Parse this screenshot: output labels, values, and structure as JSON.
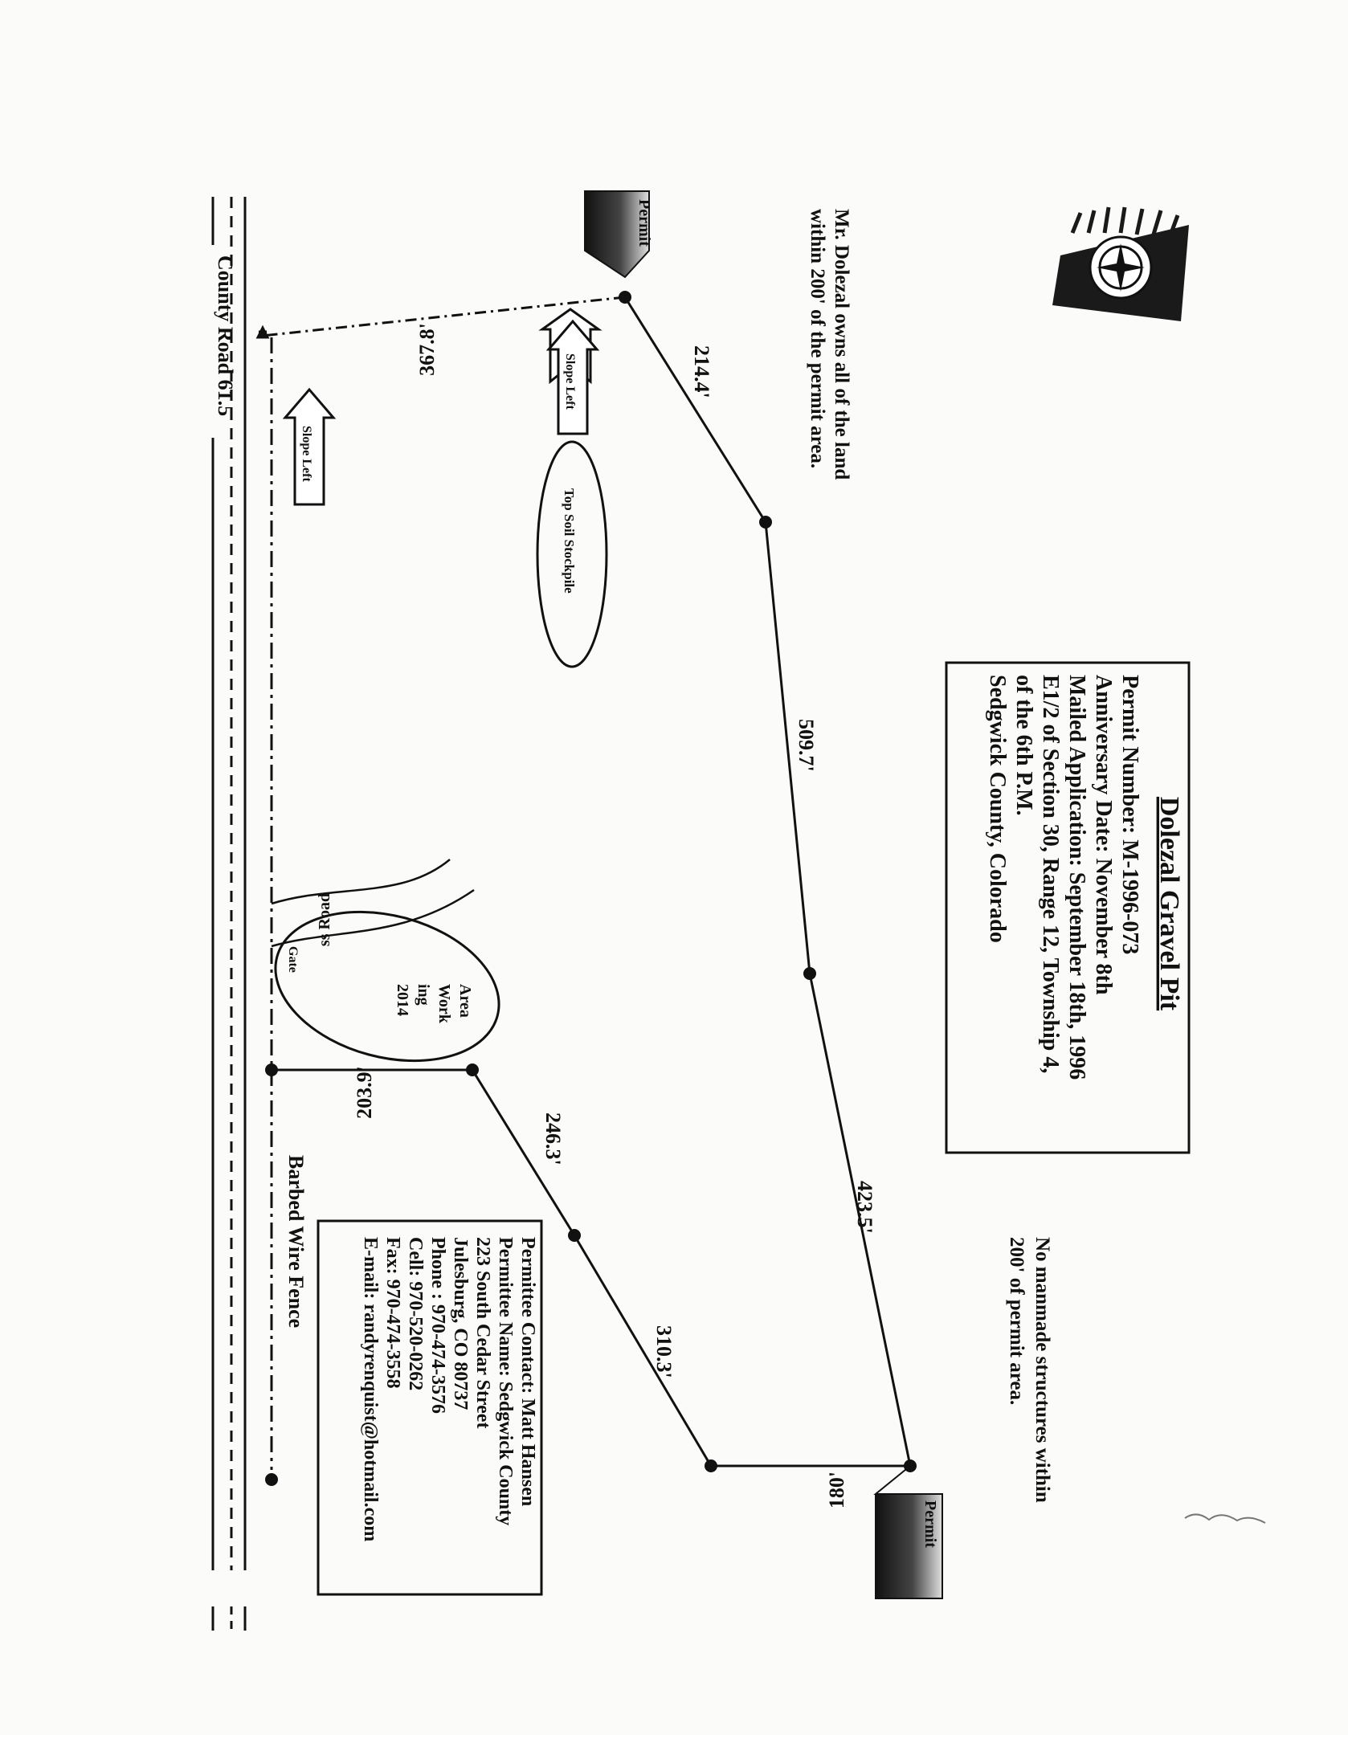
{
  "info_box": {
    "title": "Dolezal Gravel Pit",
    "permit_number": "Permit Number:  M-1996-073",
    "anniversary_date": "Anniversary Date:  November 8th",
    "mailed_application": "Mailed Application: September 18th, 1996",
    "legal_description": "E1/2 of Section 30, Range 12, Township 4,",
    "meridian": "of the 6th P.M.",
    "county": "Sedgwick County, Colorado"
  },
  "contact_box": {
    "contact": "Permittee Contact: Matt Hansen",
    "name": "Permittee Name: Sedgwick County",
    "street": "223 South Cedar Street",
    "city": "Julesburg, CO 80737",
    "phone": "Phone :  970-474-3576",
    "cell": "Cell:  970-520-0262",
    "fax": "Fax:  970-474-3558",
    "email": "E-mail: randyrenquist@hotmail.com"
  },
  "notes": {
    "owner_line1": "Mr. Dolezal owns all of the land",
    "owner_line2": "within 200' of the permit area.",
    "structures_line1": "No manmade structures within",
    "structures_line2": "200' of permit area."
  },
  "dimensions": {
    "d1": "214.4'",
    "d2": "509.7'",
    "d3": "423.5'",
    "d4": "180'",
    "d5": "310.3'",
    "d6": "246.3'",
    "d7": "203.9'",
    "d8": "367.8'"
  },
  "features": {
    "slope_left": "Slope Left",
    "top_soil_stockpile": "Top Soil Stockpile",
    "work_area_1": "Area",
    "work_area_2": "Work",
    "work_area_3": "ing",
    "work_area_4": "2014",
    "access_road": "ss Road",
    "gate": "Gate",
    "barbed_wire_fence": "Barbed Wire Fence",
    "county_road": "County Road 61.5",
    "permit_corner": "Permit"
  },
  "colors": {
    "ink": "#111111",
    "paper": "#fbfbf9"
  }
}
